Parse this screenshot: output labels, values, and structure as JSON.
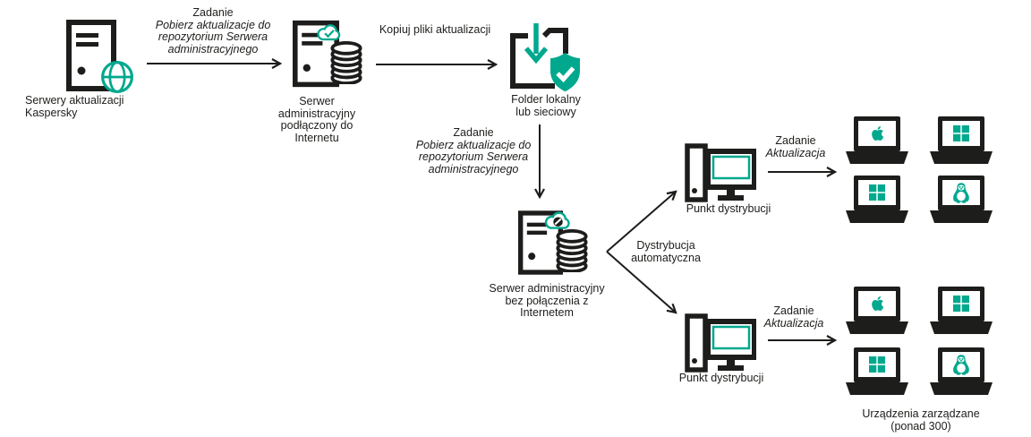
{
  "colors": {
    "accent": "#00A88E",
    "ink": "#1D1D1B",
    "background": "#FFFFFF"
  },
  "icons": {
    "server-globe-icon": "server tower + teal globe",
    "server-cloud-check-database-icon": "server tower + teal cloud with checkmark + disk stack",
    "folder-download-shield-icon": "folder + teal download arrow + teal shield with checkmark",
    "server-cloud-blocked-database-icon": "server tower + teal cloud with blocked sign + disk stack",
    "desktop-computer-icon": "tower + monitor with teal screen frame",
    "laptop-icon": "black laptop with os logo on screen",
    "apple-logo-icon": "teal Apple logo",
    "windows-logo-icon": "teal Windows logo",
    "linux-tux-icon": "teal Tux penguin"
  },
  "nodes": {
    "kaspersky_update_servers": {
      "label": [
        "Serwery aktualizacji",
        "Kaspersky"
      ],
      "icon": "server-globe-icon"
    },
    "admin_server_online": {
      "label": [
        "Serwer",
        "administracyjny",
        "podłączony do",
        "Internetu"
      ],
      "icon": "server-cloud-check-database-icon"
    },
    "local_folder": {
      "label": [
        "Folder lokalny",
        "lub sieciowy"
      ],
      "icon": "folder-download-shield-icon"
    },
    "admin_server_offline": {
      "label": [
        "Serwer administracyjny",
        "bez połączenia z",
        "Internetem"
      ],
      "icon": "server-cloud-blocked-database-icon"
    },
    "distribution_point_top": {
      "label": "Punkt dystrybucji",
      "icon": "desktop-computer-icon"
    },
    "distribution_point_bottom": {
      "label": "Punkt dystrybucji",
      "icon": "desktop-computer-icon"
    },
    "managed_devices_top": {
      "devices": [
        "apple",
        "windows",
        "windows",
        "linux"
      ]
    },
    "managed_devices_bottom": {
      "devices": [
        "apple",
        "windows",
        "windows",
        "linux"
      ],
      "caption": [
        "Urządzenia zarządzane",
        "(ponad 300)"
      ]
    }
  },
  "edges": {
    "task_download_1": {
      "title": "Zadanie",
      "task": [
        "Pobierz aktualizacje do",
        "repozytorium Serwera",
        "administracyjnego"
      ]
    },
    "copy_update_files": {
      "label": "Kopiuj pliki aktualizacji"
    },
    "task_download_2": {
      "title": "Zadanie",
      "task": [
        "Pobierz aktualizacje do",
        "repozytorium Serwera",
        "administracyjnego"
      ]
    },
    "automatic_distribution": {
      "label": [
        "Dystrybucja",
        "automatyczna"
      ]
    },
    "task_update_top": {
      "title": "Zadanie",
      "task": "Aktualizacja"
    },
    "task_update_bottom": {
      "title": "Zadanie",
      "task": "Aktualizacja"
    }
  }
}
